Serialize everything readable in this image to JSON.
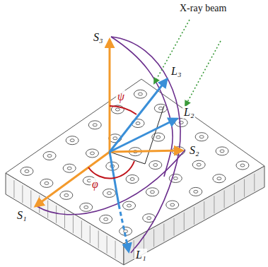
{
  "diagram": {
    "labels": [
      "X-ray beam",
      "S₃",
      "L₃",
      "L₂",
      "S₂",
      "S₁",
      "L₁",
      "ψ",
      "φ"
    ]
  }
}
